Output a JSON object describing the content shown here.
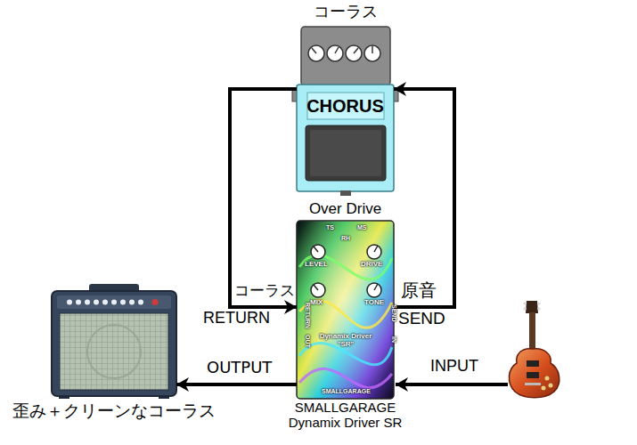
{
  "diagram": {
    "nodes": [
      {
        "text": [
          "コーラス",
          "CHORUS"
        ]
      },
      {
        "text": [
          "Over Drive",
          "SMALLGARAGE Dynamix Driver SR"
        ]
      },
      {
        "text": [
          "歪み＋クリーンなコーラス"
        ]
      }
    ],
    "edges": [
      {
        "from": 1,
        "to": 0,
        "arrow": "to",
        "label": "原音"
      },
      {
        "from": 0,
        "to": 1,
        "arrow": "to",
        "label": "コーラス"
      },
      {
        "from": 1,
        "to": 2,
        "arrow": "to",
        "label": "OUTPUT"
      }
    ],
    "labels": [
      "SEND",
      "RETURN",
      "INPUT",
      "TS",
      "RH",
      "MS",
      "LEVEL",
      "DRIVE",
      "MIX",
      "TONE",
      "RETURN",
      "SEND",
      "OUT",
      "IN",
      "Dynamix Driver \"SR\"",
      "SMALLGARAGE"
    ]
  }
}
